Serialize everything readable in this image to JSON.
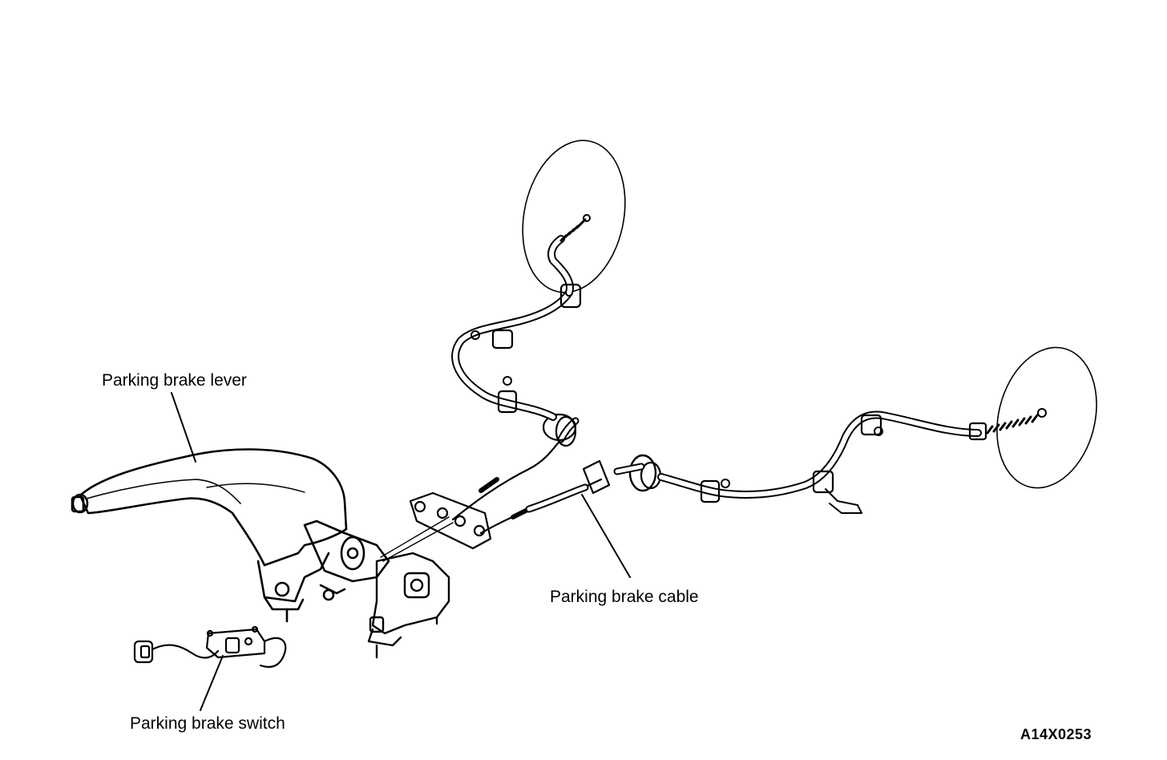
{
  "labels": {
    "lever": "Parking brake lever",
    "cable": "Parking brake cable",
    "switch": "Parking brake switch"
  },
  "figure_code": "A14X0253",
  "colors": {
    "ink": "#000000",
    "paper": "#ffffff"
  }
}
